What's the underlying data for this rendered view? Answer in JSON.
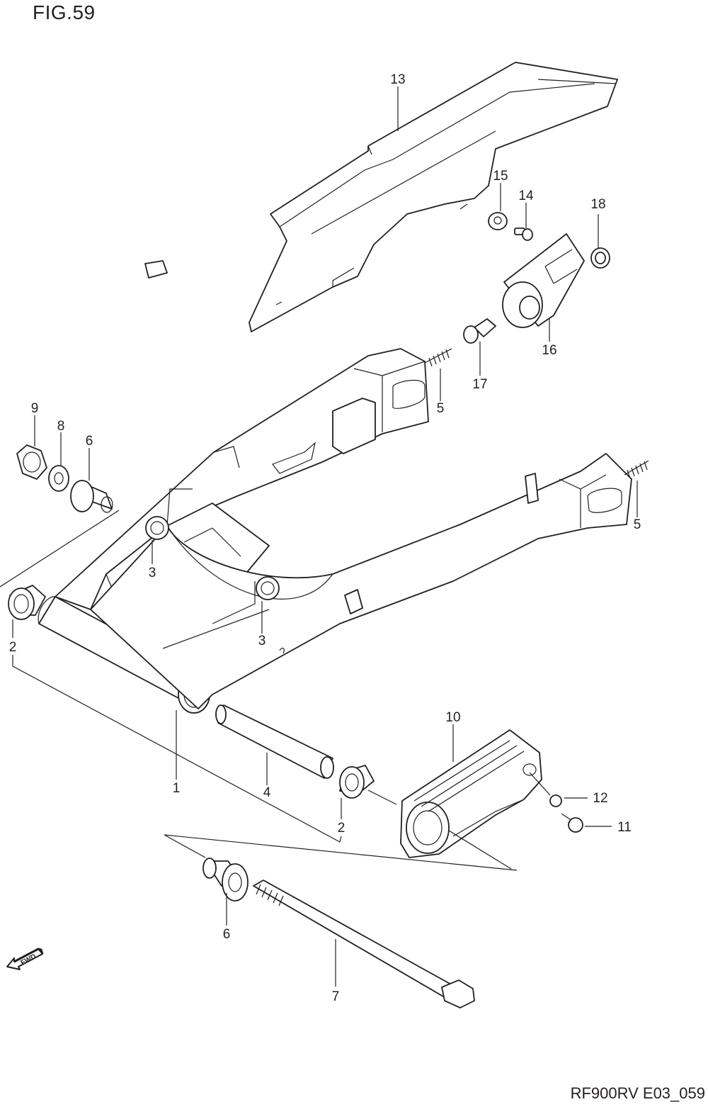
{
  "figure": {
    "title": "FIG.59",
    "diagram_code": "RF900RV E03_059",
    "fwd_badge": "FWD"
  },
  "callouts": {
    "c1": "1",
    "c2a": "2",
    "c2b": "2",
    "c3a": "3",
    "c3b": "3",
    "c4": "4",
    "c5a": "5",
    "c5b": "5",
    "c6a": "6",
    "c6b": "6",
    "c7": "7",
    "c8": "8",
    "c9": "9",
    "c10": "10",
    "c11": "11",
    "c12": "12",
    "c13": "13",
    "c14": "14",
    "c15": "15",
    "c16": "16",
    "c17": "17",
    "c18": "18"
  }
}
